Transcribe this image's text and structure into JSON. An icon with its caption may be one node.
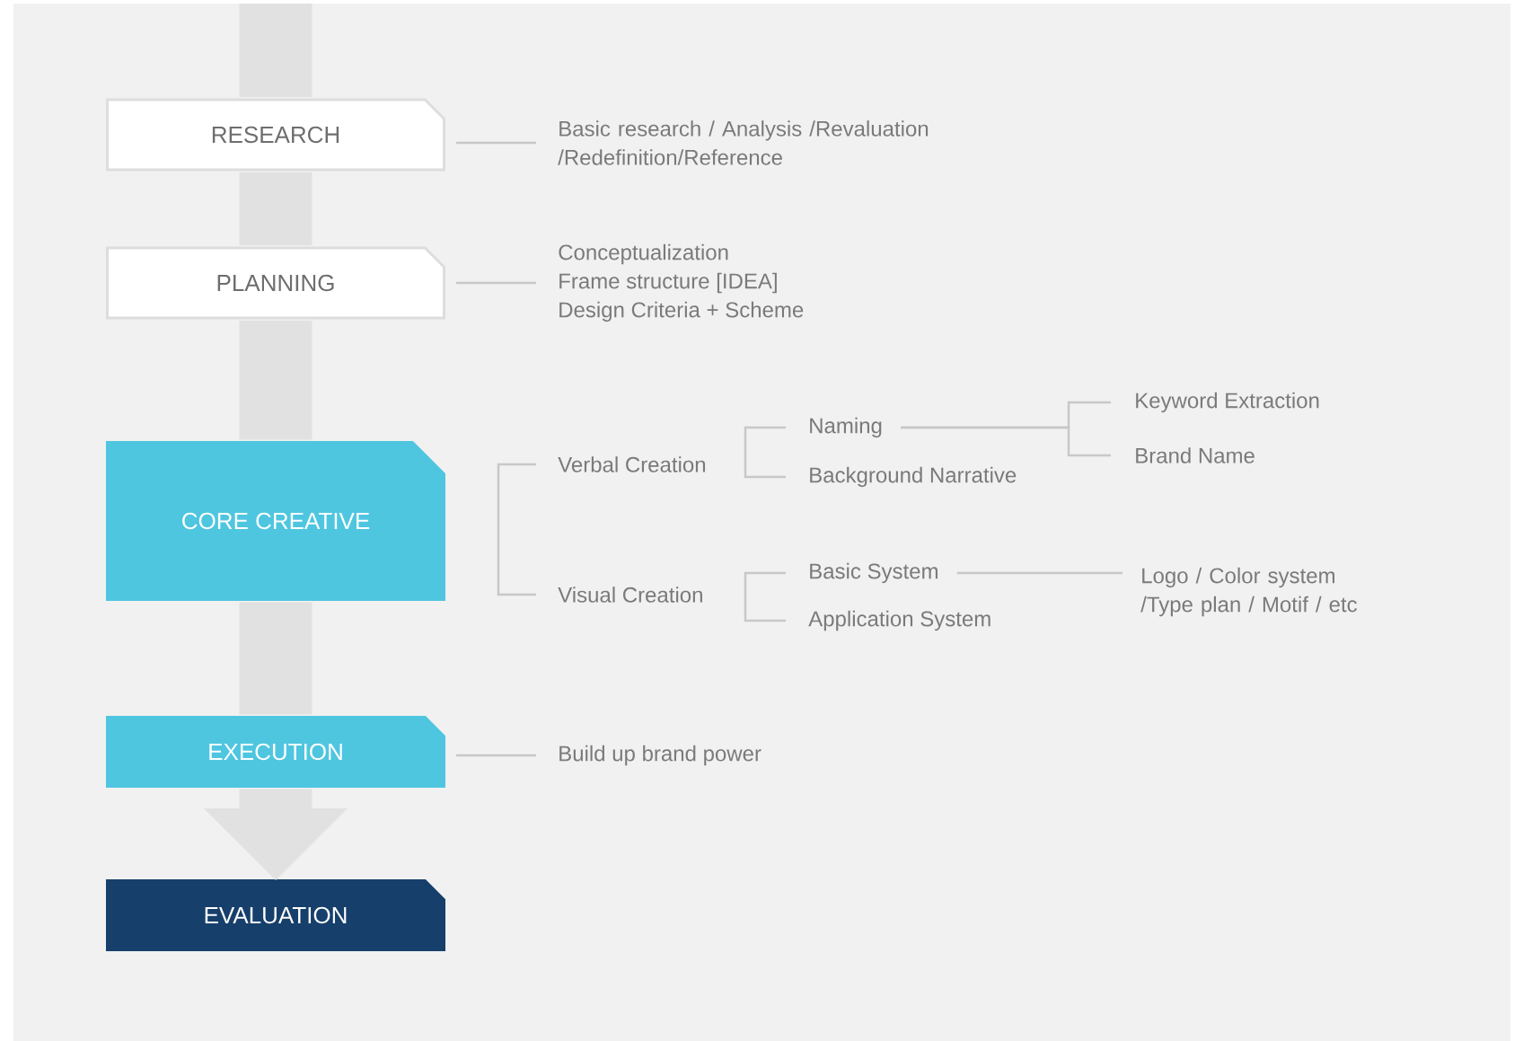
{
  "diagram": {
    "nodes": [
      {
        "text": [
          "RESEARCH"
        ]
      },
      {
        "text": [
          "PLANNING"
        ]
      },
      {
        "text": [
          "CORE CREATIVE"
        ]
      },
      {
        "text": [
          "EXECUTION"
        ]
      },
      {
        "text": [
          "EVALUATION"
        ]
      },
      {
        "text": [
          "Basic research / Analysis /Revaluation /Redefinition/Reference"
        ]
      },
      {
        "text": [
          "Conceptualization",
          "Frame structure [IDEA]",
          "Design Criteria + Scheme"
        ]
      },
      {
        "text": [
          "Verbal Creation"
        ]
      },
      {
        "text": [
          "Visual Creation"
        ]
      },
      {
        "text": [
          "Naming"
        ]
      },
      {
        "text": [
          "Background Narrative"
        ]
      },
      {
        "text": [
          "Keyword Extraction"
        ]
      },
      {
        "text": [
          "Brand Name"
        ]
      },
      {
        "text": [
          "Basic System"
        ]
      },
      {
        "text": [
          "Application System"
        ]
      },
      {
        "text": [
          "Logo / Color system /Type plan / Motif / etc"
        ]
      },
      {
        "text": [
          "Build up brand power"
        ]
      }
    ],
    "edges": [
      {
        "from": 0,
        "to": 1,
        "arrow": "none",
        "style": "thick"
      },
      {
        "from": 1,
        "to": 2,
        "arrow": "none",
        "style": "thick"
      },
      {
        "from": 2,
        "to": 3,
        "arrow": "none",
        "style": "thick"
      },
      {
        "from": 3,
        "to": 4,
        "arrow": "to",
        "style": "thick"
      },
      {
        "from": 0,
        "to": 5,
        "arrow": "none"
      },
      {
        "from": 1,
        "to": 6,
        "arrow": "none"
      },
      {
        "from": 2,
        "to": 7,
        "arrow": "none"
      },
      {
        "from": 2,
        "to": 8,
        "arrow": "none"
      },
      {
        "from": 7,
        "to": 9,
        "arrow": "none"
      },
      {
        "from": 7,
        "to": 10,
        "arrow": "none"
      },
      {
        "from": 8,
        "to": 13,
        "arrow": "none"
      },
      {
        "from": 8,
        "to": 14,
        "arrow": "none"
      },
      {
        "from": 9,
        "to": 11,
        "arrow": "none"
      },
      {
        "from": 9,
        "to": 12,
        "arrow": "none"
      },
      {
        "from": 13,
        "to": 15,
        "arrow": "none"
      },
      {
        "from": 3,
        "to": 16,
        "arrow": "none"
      },
      {
        "from": null,
        "to": 0,
        "arrow": "none",
        "style": "thick"
      }
    ]
  }
}
